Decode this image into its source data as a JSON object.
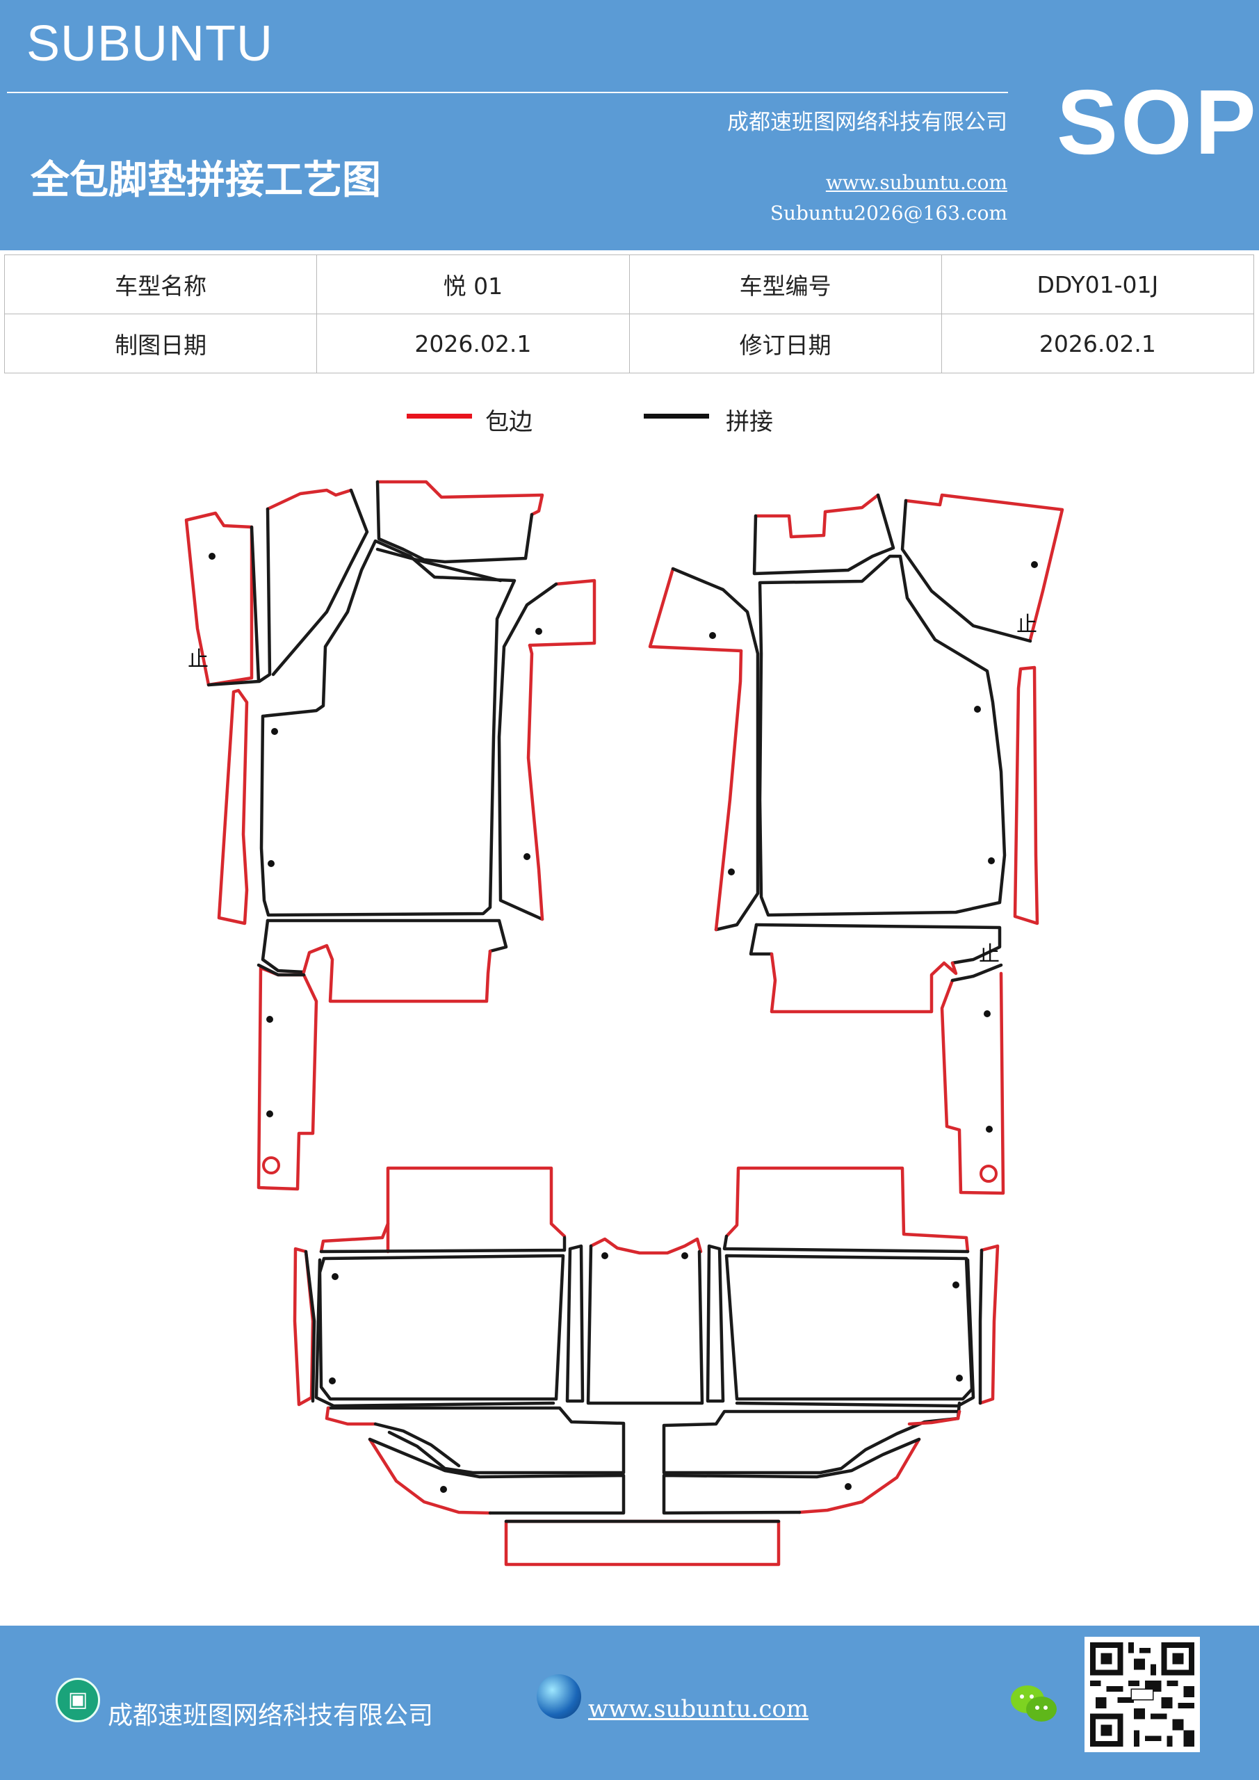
{
  "header": {
    "brand": "SUBUNTU",
    "company": "成都速班图网络科技有限公司",
    "title": "全包脚垫拼接工艺图",
    "website": "www.subuntu.com",
    "email": "Subuntu2026@163.com",
    "sop": "SOP"
  },
  "info_table": {
    "rows": [
      [
        "车型名称",
        "悦 01",
        "车型编号",
        "DDY01-01J"
      ],
      [
        "制图日期",
        "2026.02.1",
        "修订日期",
        "2026.02.1"
      ]
    ]
  },
  "legend": [
    {
      "label": "包边",
      "color": "#e8141e"
    },
    {
      "label": "拼接",
      "color": "#111111"
    }
  ],
  "colors": {
    "header_bg": "#5b9bd5",
    "edge": "#d8282e",
    "seam": "#1a1a1a"
  },
  "drawing": {
    "marks": [
      "止",
      "止",
      "止"
    ]
  },
  "footer": {
    "company": "成都速班图网络科技有限公司",
    "website": "www.subuntu.com",
    "icons": [
      "building-icon",
      "globe-icon",
      "wechat-icon",
      "qr-code"
    ]
  }
}
